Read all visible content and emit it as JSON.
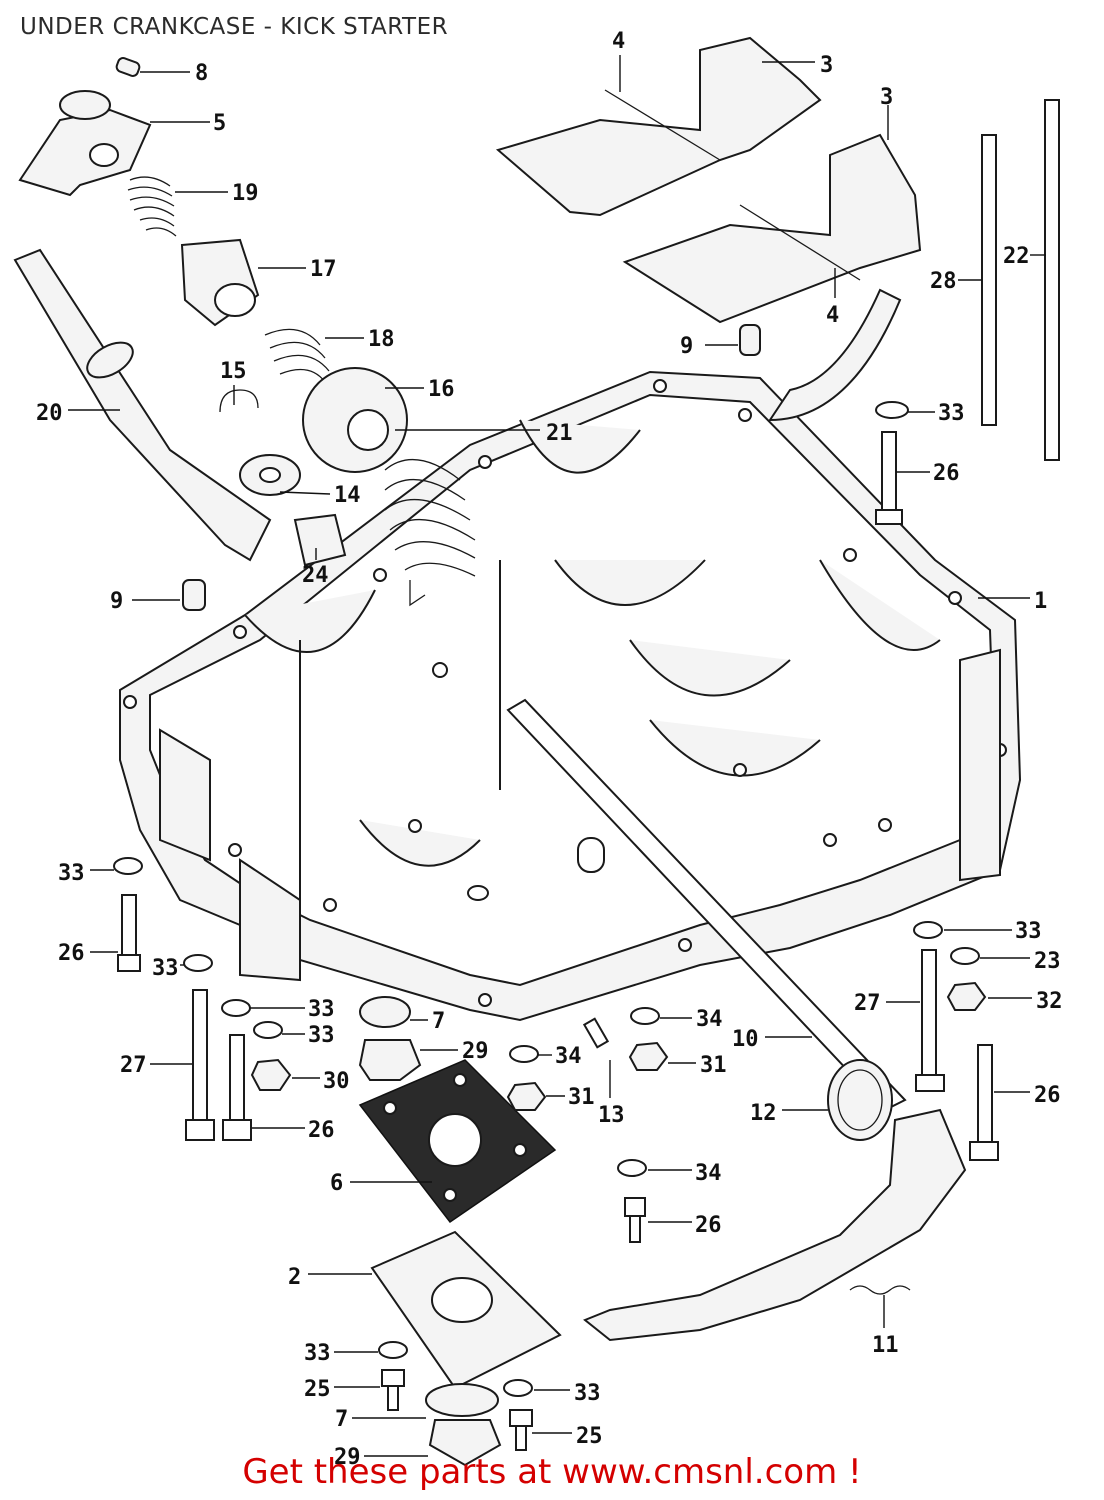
{
  "title": "UNDER CRANKCASE - KICK STARTER",
  "footer": "Get these parts at www.cmsnl.com !",
  "accent_color": "#d40000",
  "callouts": [
    {
      "id": "c8",
      "label": "8"
    },
    {
      "id": "c5",
      "label": "5"
    },
    {
      "id": "c19",
      "label": "19"
    },
    {
      "id": "c17",
      "label": "17"
    },
    {
      "id": "c18",
      "label": "18"
    },
    {
      "id": "c16",
      "label": "16"
    },
    {
      "id": "c15",
      "label": "15"
    },
    {
      "id": "c20",
      "label": "20"
    },
    {
      "id": "c14",
      "label": "14"
    },
    {
      "id": "c21",
      "label": "21"
    },
    {
      "id": "c24",
      "label": "24"
    },
    {
      "id": "c9a",
      "label": "9"
    },
    {
      "id": "c4a",
      "label": "4"
    },
    {
      "id": "c3a",
      "label": "3"
    },
    {
      "id": "c3b",
      "label": "3"
    },
    {
      "id": "c4b",
      "label": "4"
    },
    {
      "id": "c9b",
      "label": "9"
    },
    {
      "id": "c28",
      "label": "28"
    },
    {
      "id": "c22",
      "label": "22"
    },
    {
      "id": "c33a",
      "label": "33"
    },
    {
      "id": "c26a",
      "label": "26"
    },
    {
      "id": "c1",
      "label": "1"
    },
    {
      "id": "c33b",
      "label": "33"
    },
    {
      "id": "c26b",
      "label": "26"
    },
    {
      "id": "c33c",
      "label": "33"
    },
    {
      "id": "c27a",
      "label": "27"
    },
    {
      "id": "c33d",
      "label": "33"
    },
    {
      "id": "c33e",
      "label": "33"
    },
    {
      "id": "c30",
      "label": "30"
    },
    {
      "id": "c26c",
      "label": "26"
    },
    {
      "id": "c7a",
      "label": "7"
    },
    {
      "id": "c29a",
      "label": "29"
    },
    {
      "id": "c6",
      "label": "6"
    },
    {
      "id": "c34a",
      "label": "34"
    },
    {
      "id": "c31a",
      "label": "31"
    },
    {
      "id": "c13",
      "label": "13"
    },
    {
      "id": "c34b",
      "label": "34"
    },
    {
      "id": "c31b",
      "label": "31"
    },
    {
      "id": "c10",
      "label": "10"
    },
    {
      "id": "c33f",
      "label": "33"
    },
    {
      "id": "c23",
      "label": "23"
    },
    {
      "id": "c32",
      "label": "32"
    },
    {
      "id": "c27b",
      "label": "27"
    },
    {
      "id": "c26d",
      "label": "26"
    },
    {
      "id": "c12",
      "label": "12"
    },
    {
      "id": "c34c",
      "label": "34"
    },
    {
      "id": "c26e",
      "label": "26"
    },
    {
      "id": "c2",
      "label": "2"
    },
    {
      "id": "c11",
      "label": "11"
    },
    {
      "id": "c33g",
      "label": "33"
    },
    {
      "id": "c25a",
      "label": "25"
    },
    {
      "id": "c33h",
      "label": "33"
    },
    {
      "id": "c7b",
      "label": "7"
    },
    {
      "id": "c25b",
      "label": "25"
    },
    {
      "id": "c29b",
      "label": "29"
    }
  ]
}
